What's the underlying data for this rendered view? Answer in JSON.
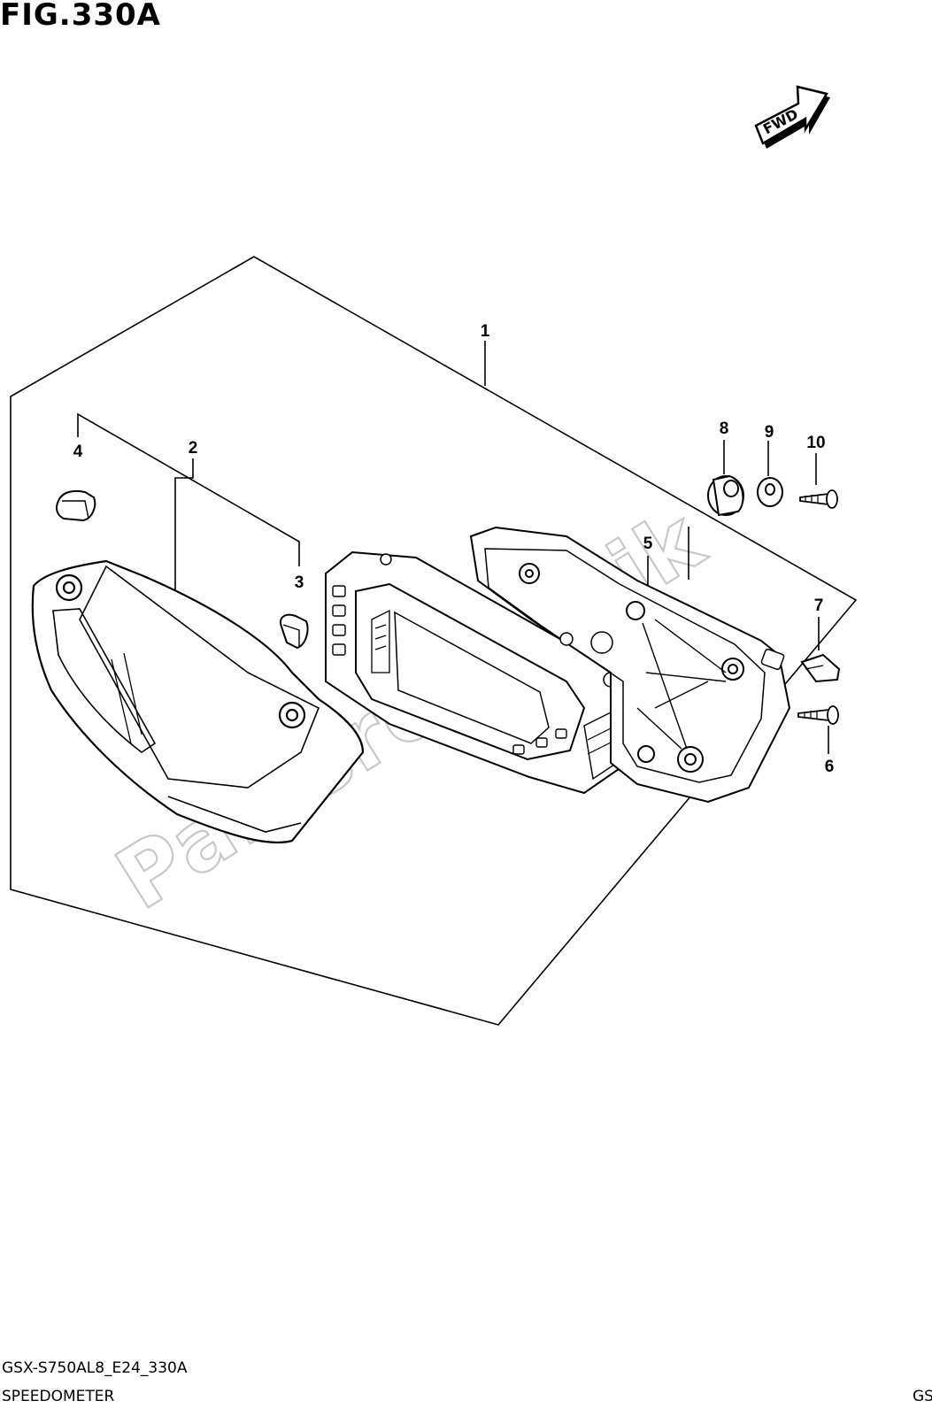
{
  "figure": {
    "title": "FIG.330A"
  },
  "fwd_label": "FWD",
  "watermark": "Partsrepublik",
  "callouts": [
    {
      "label": "1"
    },
    {
      "label": "2"
    },
    {
      "label": "3"
    },
    {
      "label": "4"
    },
    {
      "label": "5"
    },
    {
      "label": "6"
    },
    {
      "label": "7"
    },
    {
      "label": "8"
    },
    {
      "label": "9"
    },
    {
      "label": "10"
    }
  ],
  "footer": {
    "model_code": "GSX-S750AL8_E24_330A",
    "part_name": "SPEEDOMETER",
    "corner_text": "GS"
  }
}
